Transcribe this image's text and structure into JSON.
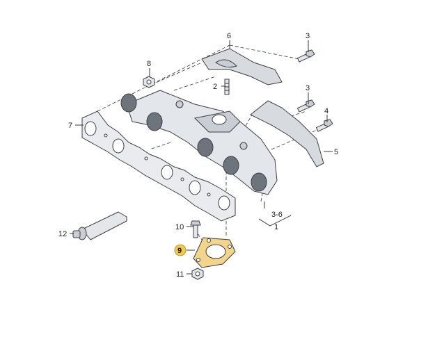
{
  "diagram": {
    "callouts": {
      "c1": "1",
      "c2": "2",
      "c3a": "3",
      "c3b": "3",
      "c36": "3-6",
      "c4": "4",
      "c5": "5",
      "c6": "6",
      "c7": "7",
      "c8": "8",
      "c9": "9",
      "c10": "10",
      "c11": "11",
      "c12": "12"
    },
    "colors": {
      "highlight_badge": "#f0c84a",
      "highlight_part": "#f2d58a",
      "part_fill": "#e3e6ea",
      "outline": "#3a3d42"
    }
  }
}
